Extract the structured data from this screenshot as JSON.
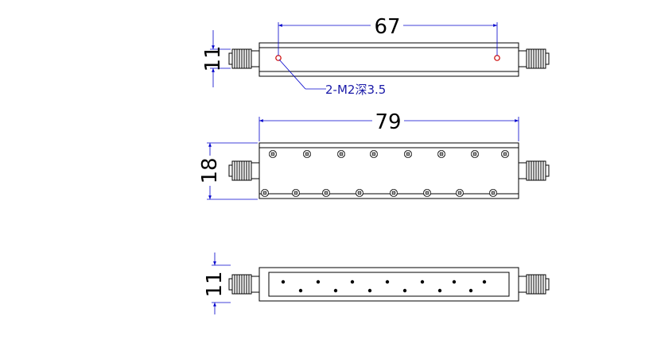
{
  "views": {
    "top": {
      "dim_length": "67",
      "dim_height": "11",
      "note": "2-M2深3.5"
    },
    "front": {
      "dim_length": "79",
      "dim_height": "18"
    },
    "bottom": {
      "dim_height": "11"
    }
  },
  "colors": {
    "outline": "#000000",
    "dimension_line": "#0000cc",
    "hole_mark": "#cc0000"
  }
}
